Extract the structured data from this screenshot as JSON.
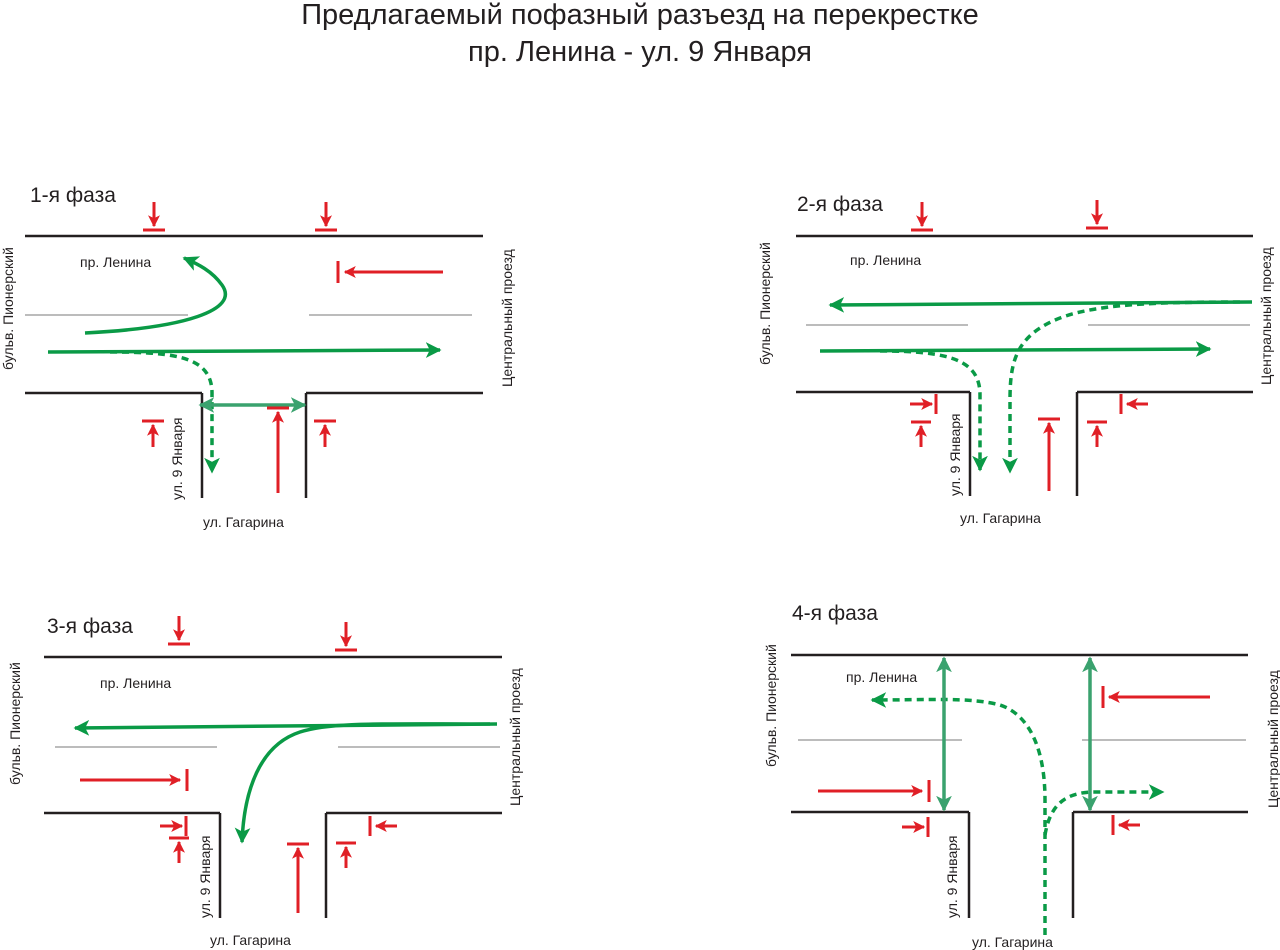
{
  "title": {
    "line1": "Предлагаемый пофазный разъезд на перекрестке",
    "line2": "пр. Ленина - ул. 9 Января"
  },
  "colors": {
    "green_dark": "#0a9a46",
    "green_light": "#3aa26e",
    "red": "#e01f26",
    "road": "#231f20",
    "lane": "#7a7a7a"
  },
  "phases": [
    {
      "title": "1-я фаза",
      "labels": {
        "main_street": "пр. Ленина",
        "west": "бульв. Пионерский",
        "east": "Центральный проезд",
        "side_street": "ул. 9 Января",
        "south": "ул. Гагарина"
      }
    },
    {
      "title": "2-я фаза",
      "labels": {
        "main_street": "пр. Ленина",
        "west": "бульв. Пионерский",
        "east": "Центральный проезд",
        "side_street": "ул. 9 Января",
        "south": "ул. Гагарина"
      }
    },
    {
      "title": "3-я фаза",
      "labels": {
        "main_street": "пр. Ленина",
        "west": "бульв. Пионерский",
        "east": "Центральный проезд",
        "side_street": "ул. 9 Января",
        "south": "ул. Гагарина"
      }
    },
    {
      "title": "4-я фаза",
      "labels": {
        "main_street": "пр. Ленина",
        "west": "бульв. Пионерский",
        "east": "Центральный проезд",
        "side_street": "ул. 9 Января",
        "south": "ул. Гагарина"
      }
    }
  ]
}
